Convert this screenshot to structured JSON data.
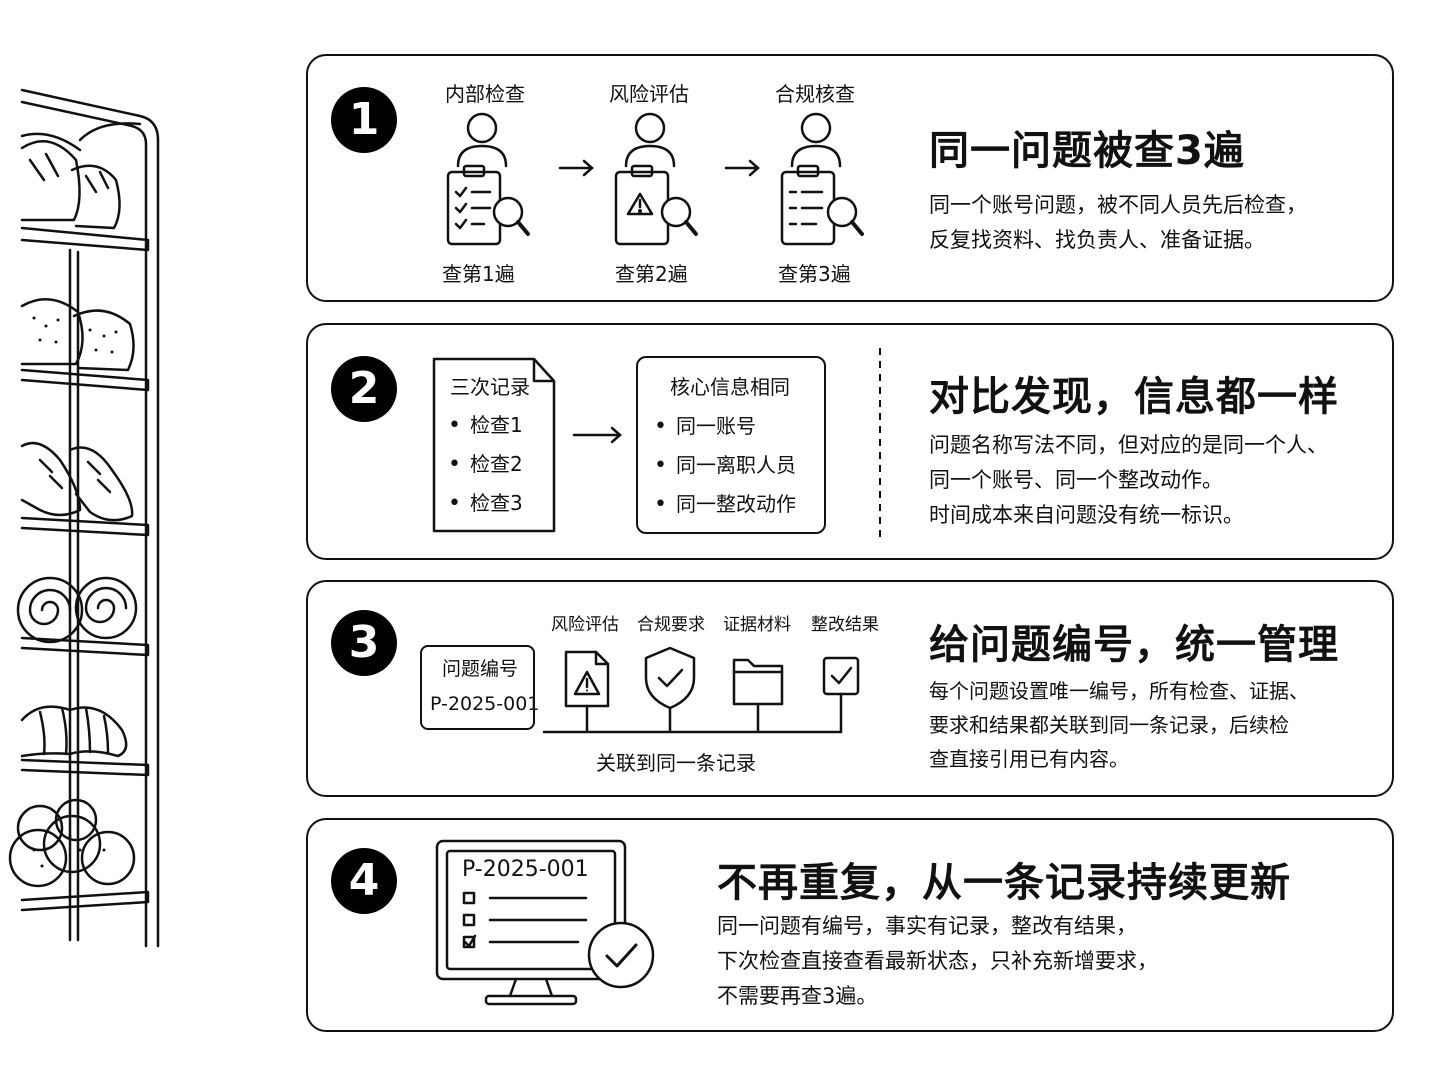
{
  "steps": [
    {
      "number": "1",
      "stages": [
        {
          "top": "内部检查",
          "bottom": "查第1遍"
        },
        {
          "top": "风险评估",
          "bottom": "查第2遍"
        },
        {
          "top": "合规核查",
          "bottom": "查第3遍"
        }
      ],
      "title": "同一问题被查3遍",
      "desc": [
        "同一个账号问题，被不同人员先后检查，",
        "反复找资料、找负责人、准备证据。"
      ]
    },
    {
      "number": "2",
      "record_box": {
        "title": "三次记录",
        "items": [
          "检查1",
          "检查2",
          "检查3"
        ]
      },
      "core_box": {
        "title": "核心信息相同",
        "items": [
          "同一账号",
          "同一离职人员",
          "同一整改动作"
        ]
      },
      "title": "对比发现，信息都一样",
      "desc": [
        "问题名称写法不同，但对应的是同一个人、",
        "同一个账号、同一个整改动作。",
        "时间成本来自问题没有统一标识。"
      ]
    },
    {
      "number": "3",
      "id_box": {
        "label": "问题编号",
        "value": "P-2025-001"
      },
      "linked": [
        "风险评估",
        "合规要求",
        "证据材料",
        "整改结果"
      ],
      "link_caption": "关联到同一条记录",
      "title": "给问题编号，统一管理",
      "desc": [
        "每个问题设置唯一编号，所有检查、证据、",
        "要求和结果都关联到同一条记录，后续检",
        "查直接引用已有内容。"
      ]
    },
    {
      "number": "4",
      "monitor_id": "P-2025-001",
      "title": "不再重复，从一条记录持续更新",
      "desc": [
        "同一问题有编号，事实有记录，整改有结果，",
        "下次检查直接查看最新状态，只补充新增要求，",
        "不需要再查3遍。"
      ]
    }
  ],
  "icons": [
    "person-icon",
    "clipboard-checklist-icon",
    "magnifier-icon",
    "warning-icon",
    "shield-check-icon",
    "folder-icon",
    "checkbox-icon",
    "monitor-icon",
    "check-circle-icon",
    "bread-shelf-illustration"
  ]
}
